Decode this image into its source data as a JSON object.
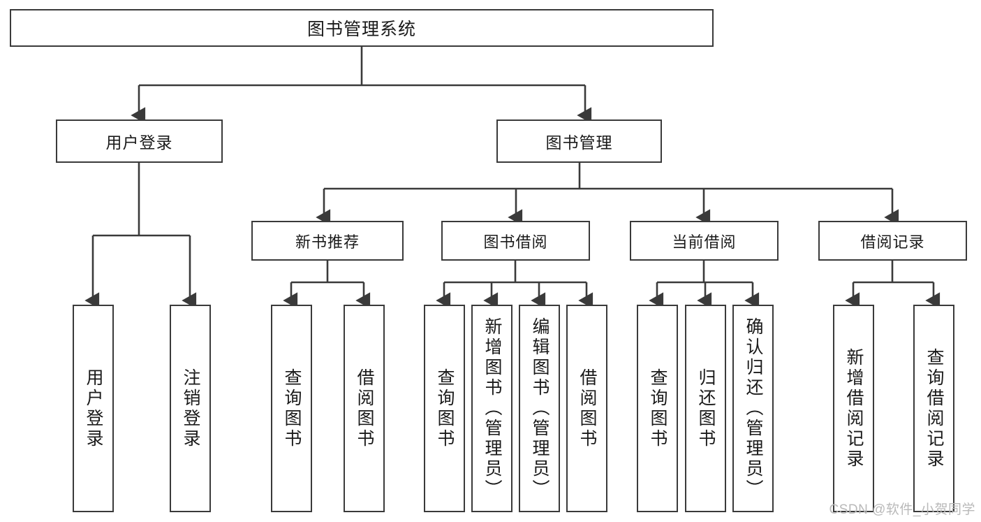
{
  "diagram": {
    "title": "图书管理系统",
    "type": "tree-hierarchy-chart",
    "watermark": "CSDN @软件_小贺同学",
    "colors": {
      "box_border": "#3a3a3a",
      "box_fill": "#ffffff",
      "edge": "#3a3a3a",
      "text": "#1a1a1a",
      "watermark": "#b9b9b9"
    },
    "root": {
      "label": "图书管理系统"
    },
    "level1": [
      {
        "id": "user-login",
        "label": "用户登录"
      },
      {
        "id": "book-management",
        "label": "图书管理"
      }
    ],
    "level2": [
      {
        "id": "new-book-recommend",
        "label": "新书推荐"
      },
      {
        "id": "book-borrow",
        "label": "图书借阅"
      },
      {
        "id": "current-borrow",
        "label": "当前借阅"
      },
      {
        "id": "borrow-record",
        "label": "借阅记录"
      }
    ],
    "leaves": {
      "user_login": [
        {
          "id": "leaf-user-login",
          "label": "用户登录"
        },
        {
          "id": "leaf-logout-login",
          "label": "注销登录"
        }
      ],
      "new_book_recommend": [
        {
          "id": "leaf-query-book-1",
          "label": "查询图书"
        },
        {
          "id": "leaf-borrow-book-1",
          "label": "借阅图书"
        }
      ],
      "book_borrow": [
        {
          "id": "leaf-query-book-2",
          "label": "查询图书"
        },
        {
          "id": "leaf-add-book",
          "label": "新增图书（管理员）"
        },
        {
          "id": "leaf-edit-book",
          "label": "编辑图书（管理员）"
        },
        {
          "id": "leaf-borrow-book-2",
          "label": "借阅图书"
        }
      ],
      "current_borrow": [
        {
          "id": "leaf-query-book-3",
          "label": "查询图书"
        },
        {
          "id": "leaf-return-book",
          "label": "归还图书"
        },
        {
          "id": "leaf-confirm-return",
          "label": "确认归还（管理员）"
        }
      ],
      "borrow_record": [
        {
          "id": "leaf-add-borrow-record",
          "label": "新增借阅记录"
        },
        {
          "id": "leaf-query-borrow-record",
          "label": "查询借阅记录"
        }
      ]
    }
  }
}
